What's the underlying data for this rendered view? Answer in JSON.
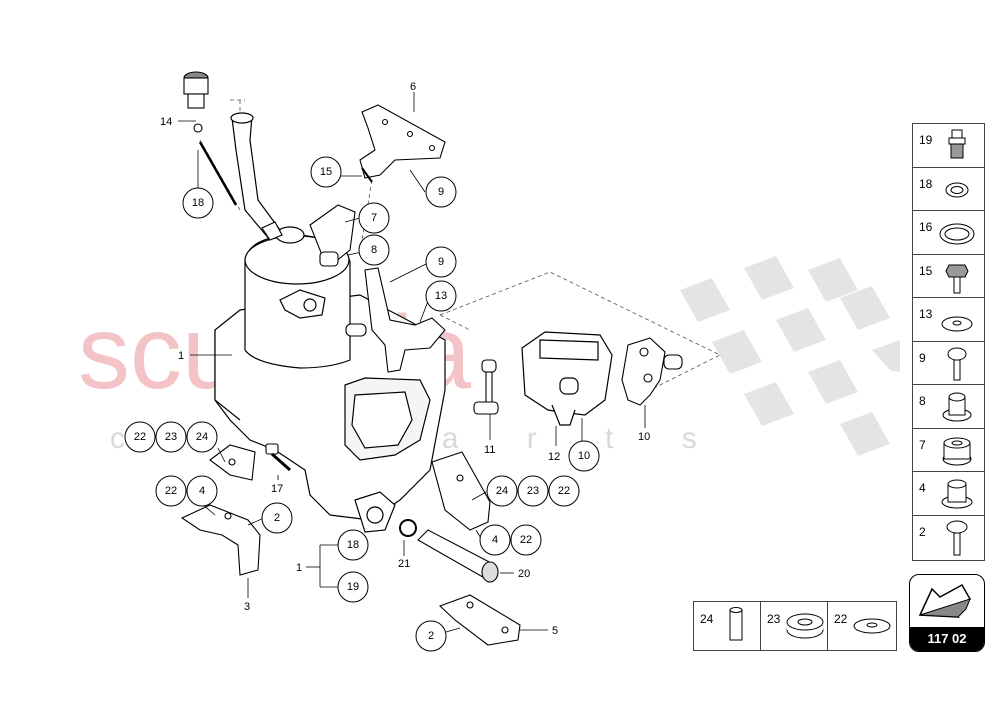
{
  "watermark": {
    "brand": "scuderia",
    "sub": "c a r   p a r t s",
    "color": "#f3b9be"
  },
  "callouts": [
    {
      "id": "c-22a",
      "label": "22"
    },
    {
      "id": "c-23a",
      "label": "23"
    },
    {
      "id": "c-24a",
      "label": "24"
    },
    {
      "id": "c-22b",
      "label": "22"
    },
    {
      "id": "c-4a",
      "label": "4"
    },
    {
      "id": "c-2a",
      "label": "2"
    },
    {
      "id": "c-18a",
      "label": "18"
    },
    {
      "id": "c-15",
      "label": "15"
    },
    {
      "id": "c-7",
      "label": "7"
    },
    {
      "id": "c-8",
      "label": "8"
    },
    {
      "id": "c-9a",
      "label": "9"
    },
    {
      "id": "c-9b",
      "label": "9"
    },
    {
      "id": "c-13",
      "label": "13"
    },
    {
      "id": "c-10",
      "label": "10"
    },
    {
      "id": "c-24b",
      "label": "24"
    },
    {
      "id": "c-23b",
      "label": "23"
    },
    {
      "id": "c-22c",
      "label": "22"
    },
    {
      "id": "c-4b",
      "label": "4"
    },
    {
      "id": "c-22d",
      "label": "22"
    },
    {
      "id": "c-18b",
      "label": "18"
    },
    {
      "id": "c-19",
      "label": "19"
    },
    {
      "id": "c-2b",
      "label": "2"
    }
  ],
  "labels": {
    "l14": "14",
    "l6": "6",
    "l1a": "1",
    "l17": "17",
    "l3": "3",
    "l1b": "1",
    "l21": "21",
    "l20": "20",
    "l5": "5",
    "l11": "11",
    "l12": "12",
    "l10": "10"
  },
  "legend": {
    "vertical": [
      "19",
      "18",
      "16",
      "15",
      "13",
      "9",
      "8",
      "7",
      "4",
      "2"
    ],
    "horizontal": [
      "24",
      "23",
      "22"
    ]
  },
  "page_number": "117 02"
}
